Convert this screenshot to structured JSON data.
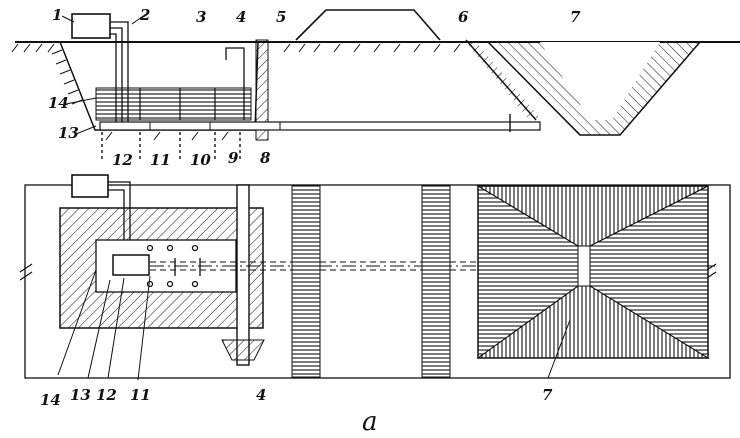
{
  "caption": "a",
  "top_labels": [
    "1",
    "2",
    "3",
    "4",
    "5",
    "6",
    "7",
    "14",
    "13",
    "12",
    "11",
    "10",
    "9",
    "8"
  ],
  "bottom_labels": [
    "14",
    "13",
    "12",
    "11",
    "4",
    "7"
  ],
  "colors": {
    "ink": "#111111",
    "paper": "#ffffff"
  }
}
